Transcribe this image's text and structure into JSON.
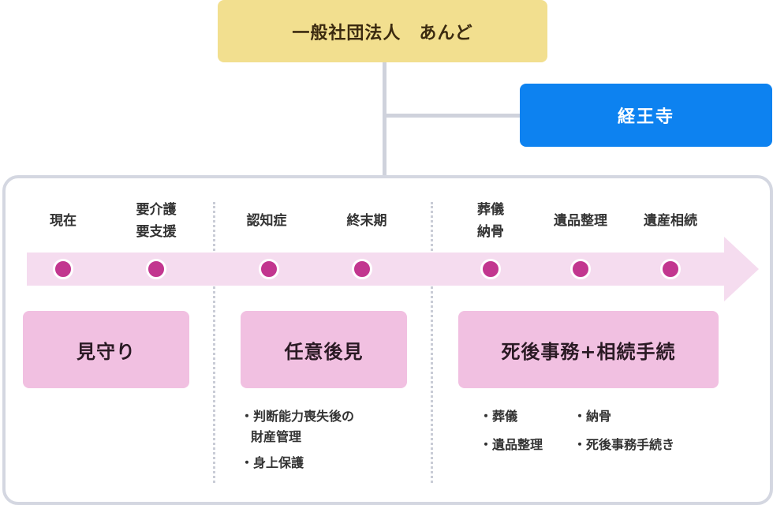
{
  "org": {
    "top": "一般社団法人　あんど",
    "side": "経王寺"
  },
  "stages": [
    {
      "label": "現在"
    },
    {
      "label": "要介護\n要支援"
    },
    {
      "label": "認知症"
    },
    {
      "label": "終末期"
    },
    {
      "label": "葬儀\n納骨"
    },
    {
      "label": "遺品整理"
    },
    {
      "label": "遺産相続"
    }
  ],
  "services": [
    {
      "label": "見守り"
    },
    {
      "label": "任意後見"
    },
    {
      "label": "死後事務+相続手続"
    }
  ],
  "notes": {
    "guardianship": [
      "・判断能力喪失後の",
      "財産管理",
      "・身上保護"
    ],
    "posthumous": [
      "・葬儀",
      "・納骨",
      "・遺品整理",
      "・死後事務手続き"
    ]
  },
  "colors": {
    "org_top_bg": "#f2df8f",
    "org_side_bg": "#0d82f0",
    "timeline_band": "#f5dcef",
    "timeline_dot": "#c2368f",
    "service_bg": "#f1c0e1",
    "frame_border": "#d4d7e1"
  }
}
